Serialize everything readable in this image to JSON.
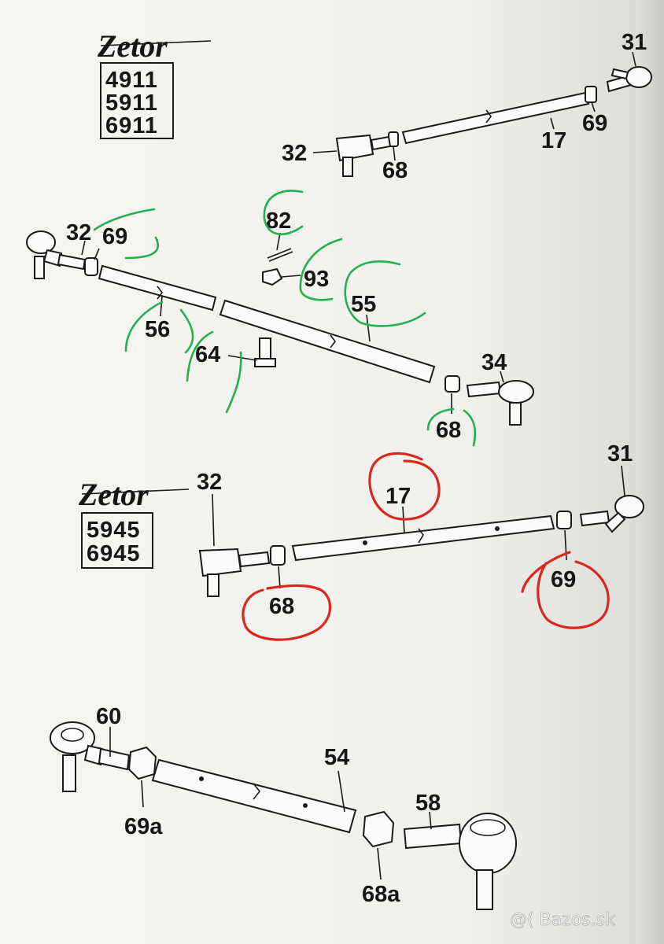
{
  "colors": {
    "ink": "#1a1a1a",
    "green_marker": "#22b14c",
    "red_marker": "#d9281c",
    "paper": "#f3f2ee"
  },
  "group1": {
    "logo": "Zetor",
    "models": [
      "4911",
      "5911",
      "6911"
    ],
    "labels": {
      "l31": "31",
      "l32": "32",
      "l17": "17",
      "l68": "68",
      "l69": "69"
    }
  },
  "group2": {
    "labels": {
      "l32": "32",
      "l69": "69",
      "l82": "82",
      "l93": "93",
      "l55": "55",
      "l56": "56",
      "l64": "64",
      "l34": "34",
      "l68": "68"
    }
  },
  "group3": {
    "logo": "Zetor",
    "models": [
      "5945",
      "6945"
    ],
    "labels": {
      "l32": "32",
      "l17": "17",
      "l31": "31",
      "l68": "68",
      "l69": "69"
    }
  },
  "group4": {
    "labels": {
      "l60": "60",
      "l54": "54",
      "l69a": "69a",
      "l58": "58",
      "l68a": "68a"
    }
  },
  "watermark": "@( Bazos.sk"
}
